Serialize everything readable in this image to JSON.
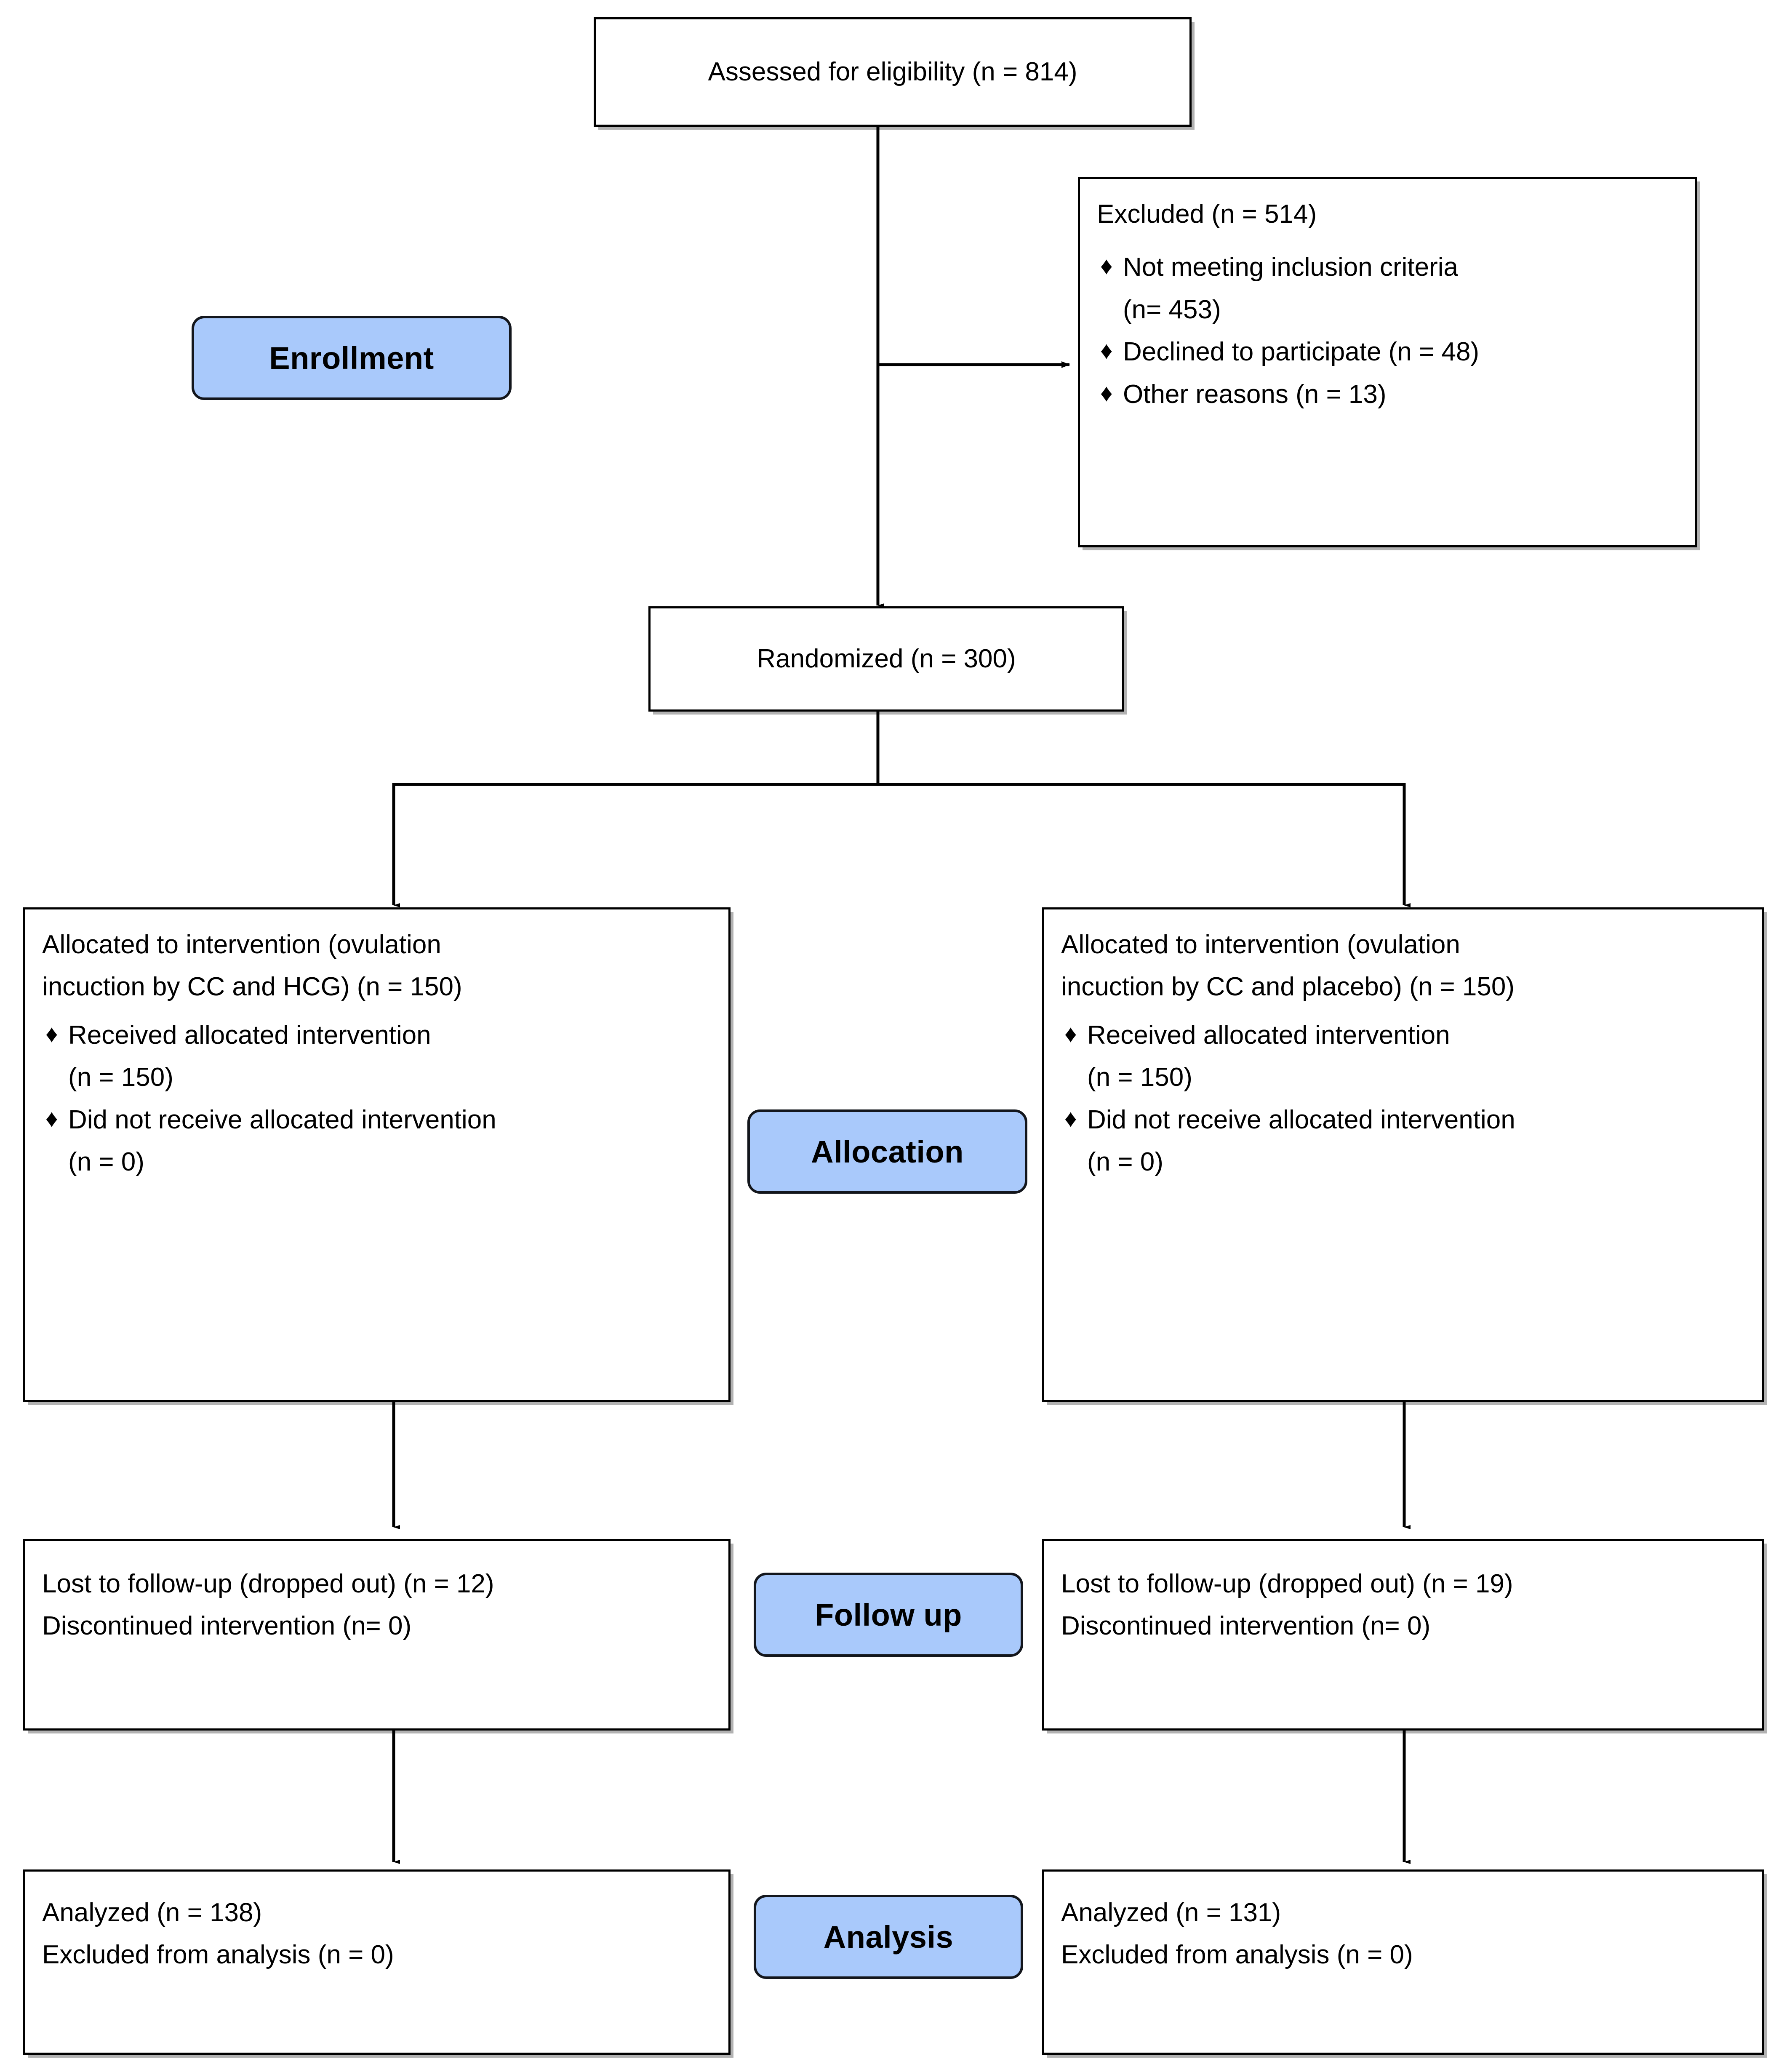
{
  "diagram": {
    "type": "consort-flow-diagram",
    "title": "CONSORT participant flow diagram",
    "accent_color": "#a9c9fb",
    "border_color": "#000000",
    "background_color": "#ffffff",
    "bullet_glyph": "♦"
  },
  "stages": [
    {
      "id": "enrollment",
      "label": "Enrollment"
    },
    {
      "id": "allocation",
      "label": "Allocation"
    },
    {
      "id": "followup",
      "label": "Follow up"
    },
    {
      "id": "analysis",
      "label": "Analysis"
    }
  ],
  "nodes": {
    "assessed": {
      "lines": [
        "Assessed for eligibility (n = 814)"
      ]
    },
    "excluded": {
      "heading": "Excluded (n = 514)",
      "items": [
        {
          "bullet": "Not meeting inclusion criteria",
          "cont": "(n= 453)"
        },
        {
          "bullet": "Declined to participate (n = 48)",
          "cont": ""
        },
        {
          "bullet": " Other reasons (n = 13)",
          "cont": ""
        }
      ]
    },
    "randomized": {
      "lines": [
        "Randomized (n = 300)"
      ]
    },
    "alloc_left": {
      "heading_line1": "Allocated to intervention (ovulation",
      "heading_line2": "incuction by CC and HCG) (n = 150)",
      "items": [
        {
          "bullet": "Received allocated intervention",
          "cont": "(n = 150)"
        },
        {
          "bullet": "Did not receive allocated intervention",
          "cont": "(n = 0)"
        }
      ]
    },
    "alloc_right": {
      "heading_line1": "Allocated to intervention (ovulation",
      "heading_line2": "incuction by CC and placebo) (n = 150)",
      "items": [
        {
          "bullet": "Received allocated intervention",
          "cont": "(n = 150)"
        },
        {
          "bullet": "Did not receive allocated intervention",
          "cont": "(n = 0)"
        }
      ]
    },
    "follow_left": {
      "lines": [
        "Lost to follow-up (dropped out) (n = 12)",
        "Discontinued intervention (n= 0)"
      ]
    },
    "follow_right": {
      "lines": [
        "Lost to follow-up (dropped out) (n = 19)",
        "Discontinued intervention (n= 0)"
      ]
    },
    "analysis_left": {
      "lines": [
        "Analyzed (n = 138)",
        "Excluded from analysis (n = 0)"
      ]
    },
    "analysis_right": {
      "lines": [
        "Analyzed (n = 131)",
        "Excluded from analysis (n = 0)"
      ]
    }
  },
  "flow_data": {
    "assessed_for_eligibility": 814,
    "excluded_total": 514,
    "excluded_not_meeting_inclusion_criteria": 453,
    "excluded_declined_to_participate": 48,
    "excluded_other_reasons": 13,
    "randomized": 300,
    "arm_left_allocated": 150,
    "arm_left_received": 150,
    "arm_left_not_received": 0,
    "arm_left_lost_to_followup": 12,
    "arm_left_discontinued": 0,
    "arm_left_analyzed": 138,
    "arm_left_excluded_from_analysis": 0,
    "arm_right_allocated": 150,
    "arm_right_received": 150,
    "arm_right_not_received": 0,
    "arm_right_lost_to_followup": 19,
    "arm_right_discontinued": 0,
    "arm_right_analyzed": 131,
    "arm_right_excluded_from_analysis": 0
  }
}
